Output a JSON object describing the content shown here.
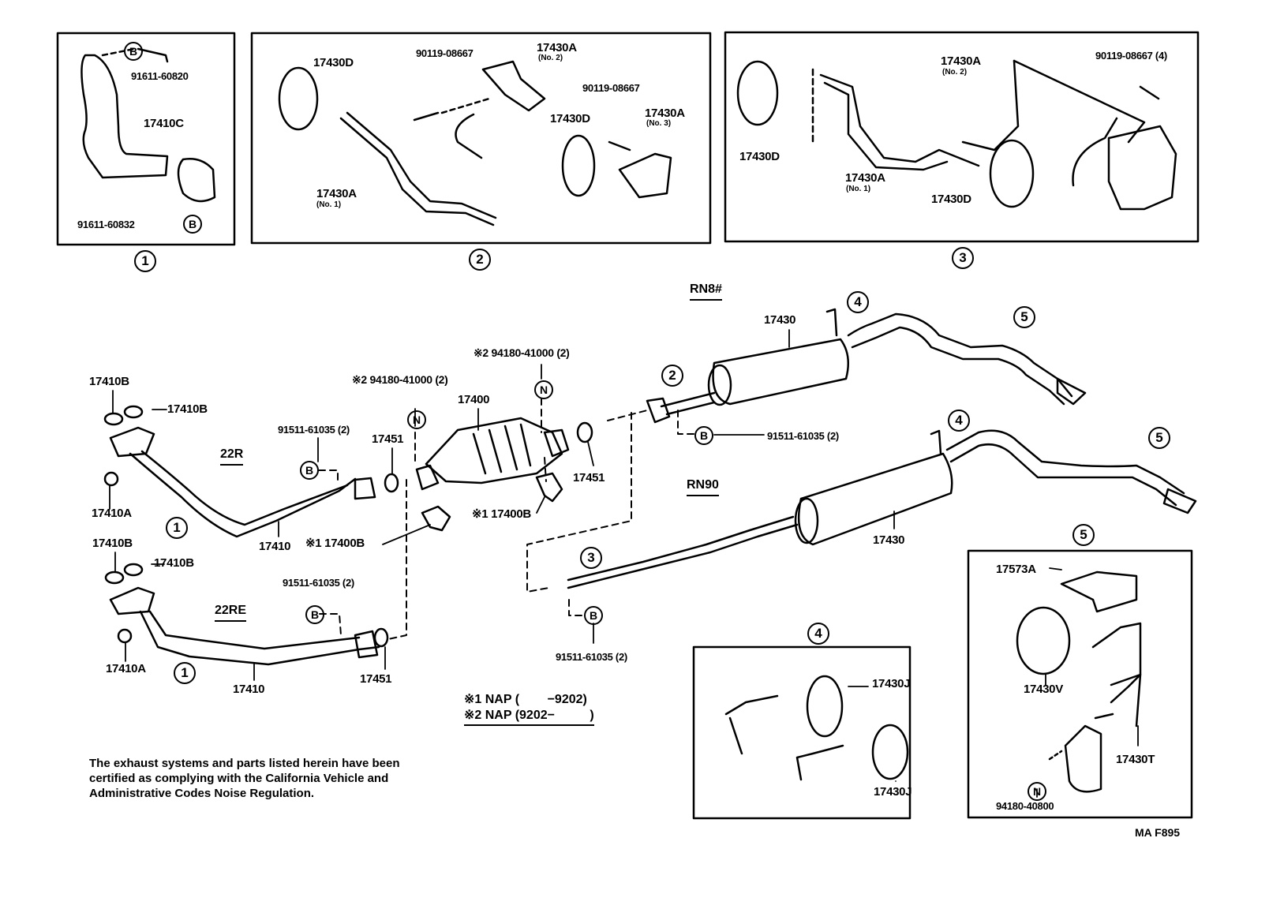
{
  "title": "Exhaust pipe and muffler parts diagram",
  "panels": [
    {
      "ref": "1",
      "labels": [
        "91611-60820",
        "17410C",
        "91611-60832"
      ],
      "symbols": [
        "B",
        "B"
      ]
    },
    {
      "ref": "2",
      "labels": [
        "17430D",
        "90119-08667",
        "17430A",
        "(No. 2)",
        "90119-08667",
        "17430D",
        "17430A",
        "(No. 3)",
        "17430A",
        "(No. 1)"
      ]
    },
    {
      "ref": "3",
      "labels": [
        "17430A",
        "(No. 2)",
        "90119-08667 (4)",
        "17430D",
        "17430A",
        "(No. 1)",
        "17430D"
      ]
    },
    {
      "ref": "4",
      "labels": [
        "17430J",
        "17430J"
      ]
    },
    {
      "ref": "5",
      "labels": [
        "17573A",
        "17430V",
        "17430T",
        "94180-40800"
      ],
      "symbols": [
        "N"
      ]
    }
  ],
  "main": {
    "engines": [
      "22R",
      "22RE"
    ],
    "models": [
      "RN8#",
      "RN90"
    ],
    "labels": {
      "p17410B_1": "17410B",
      "p17410B_2": "17410B",
      "p17410A_1": "17410A",
      "p17410_1": "17410",
      "p17410B_3": "17410B",
      "p17410B_4": "17410B",
      "p17410A_2": "17410A",
      "p17410_2": "17410",
      "bolt_22r": "91511-61035 (2)",
      "bolt_22re": "91511-61035 (2)",
      "g17451_1": "17451",
      "g17451_2": "17451",
      "g17451_3": "17451",
      "nut_a": "※2 94180-41000 (2)",
      "nut_b": "※2 94180-41000 (2)",
      "conv": "17400",
      "bracket_a": "※1 17400B",
      "bracket_b": "※1 17400B",
      "muffler_rn8": "17430",
      "muffler_rn90": "17430",
      "bolt_rn8": "91511-61035 (2)",
      "bolt_rn90": "91511-61035 (2)"
    },
    "symbols": {
      "B": "B",
      "N": "N"
    },
    "refs": [
      "1",
      "1",
      "2",
      "3",
      "4",
      "5",
      "4",
      "5"
    ]
  },
  "legend": {
    "line1": "※1 NAP (        −9202)",
    "line2": "※2 NAP (9202−          )"
  },
  "note": "The exhaust systems and parts listed herein have been certified as complying with the California Vehicle and Administrative Codes Noise Regulation.",
  "figure_code": "MA F895"
}
